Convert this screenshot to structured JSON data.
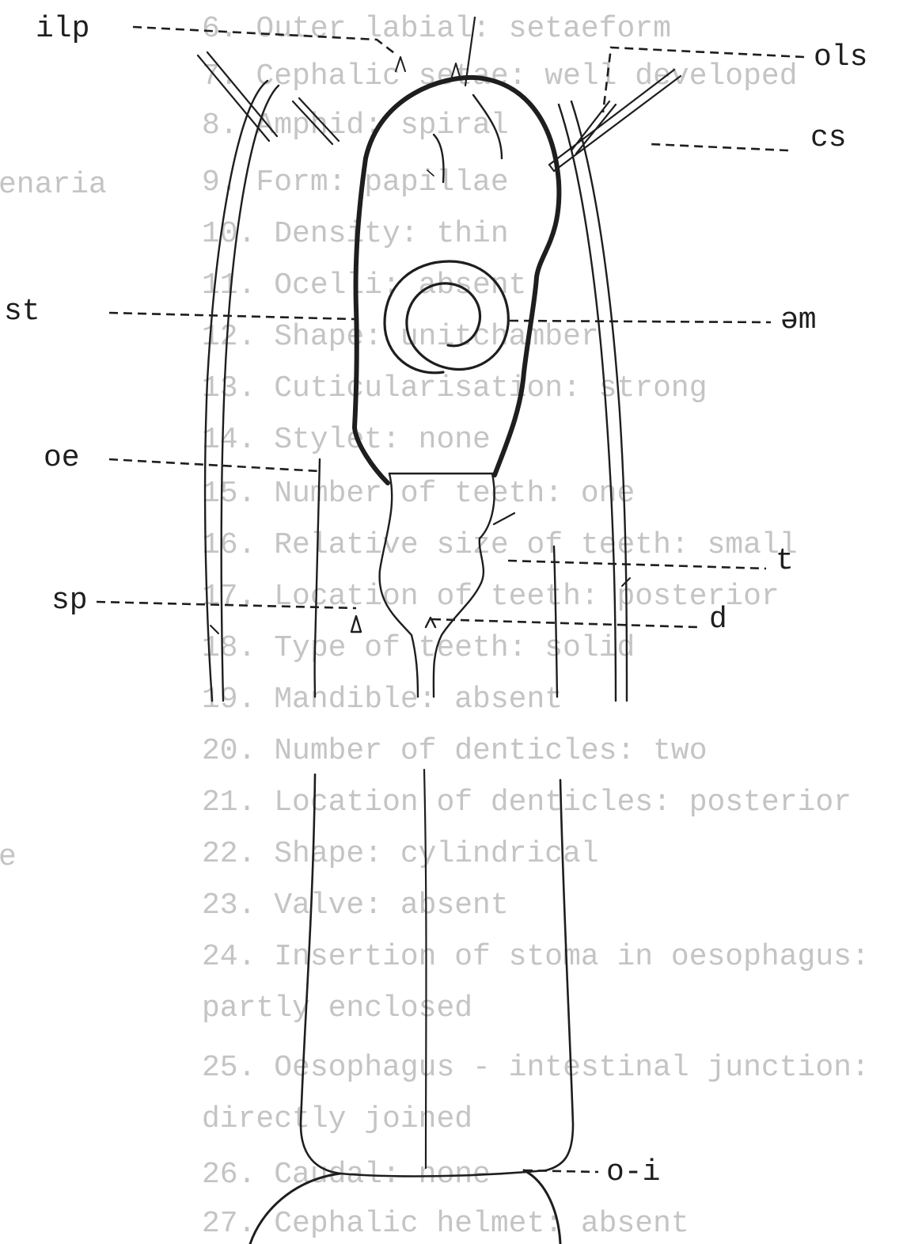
{
  "figure": {
    "show_through_text": [
      "6.  Outer labial: setaeform",
      "7.  Cephalic setae: well developed",
      "8.  Amphid: spiral",
      "9.  Form: papillae",
      "10. Density: thin",
      "11. Ocelli: absent",
      "12. Shape: unitchamber",
      "13. Cuticularisation: strong",
      "14. Stylet: none",
      "15. Number of teeth: one",
      "16. Relative size of teeth: small",
      "17. Location of teeth: posterior",
      "18. Type of teeth: solid",
      "19. Mandible: absent",
      "20. Number of denticles: two",
      "21. Location of denticles: posterior",
      "22. Shape: cylindrical",
      "23. Valve: absent",
      "24. Insertion of stoma in oesophagus:",
      "    partly enclosed",
      "25. Oesophagus - intestinal junction:",
      "    directly joined",
      "26. Caudal: none",
      "27. Cephalic helmet: absent"
    ],
    "show_through_left": [
      "enaria",
      "e"
    ],
    "labels": {
      "ilp": "ilp",
      "ols": "ols",
      "cs": "cs",
      "st": "st",
      "am": "əm",
      "oe": "oe",
      "t": "t",
      "sp": "sp",
      "d": "d",
      "oi": "o-i"
    },
    "colors": {
      "ink": "#1e1e1e",
      "show_through": "#c4c4c4",
      "paper": "#ffffff"
    }
  }
}
